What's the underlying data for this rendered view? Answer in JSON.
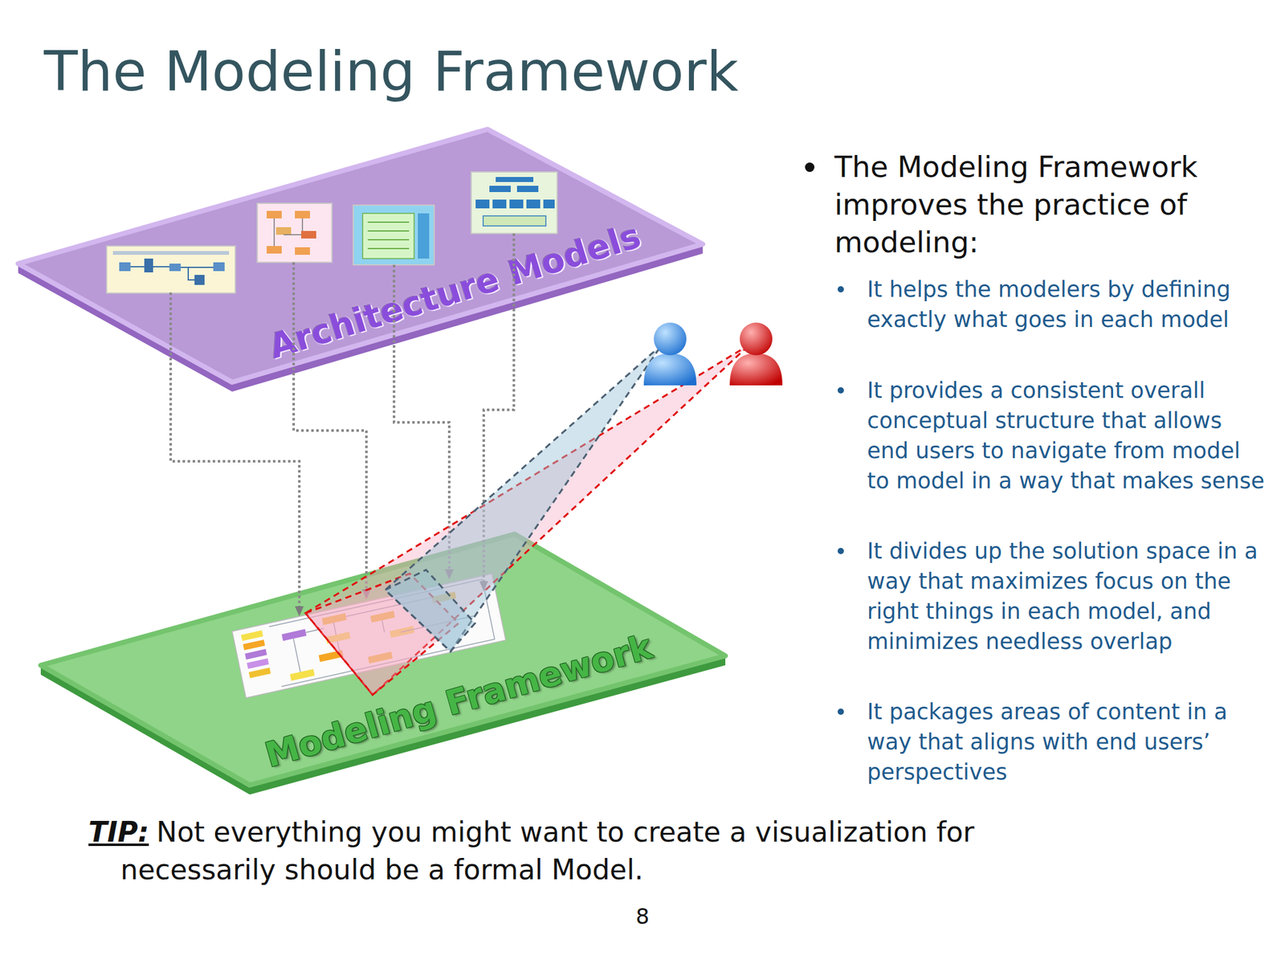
{
  "diagram": {
    "title": "The Modeling Framework",
    "nodes": [
      {
        "text": [
          "Architecture Models"
        ]
      },
      {
        "text": [
          "Modeling Framework"
        ]
      }
    ],
    "labels": [
      "The Modeling Framework improves the practice of modeling:",
      "It helps the modelers by defining exactly what goes in each model",
      "It provides a consistent overall conceptual structure that allows end users to navigate from model to model in a way that makes sense",
      "It divides up the solution space in a way that maximizes focus on the right things in each model, and minimizes needless overlap",
      "It packages areas of content in a way that aligns with end users’ perspectives",
      "TIP:",
      "Not everything you might want to create a visualization for necessarily should be a formal Model.",
      "8"
    ]
  }
}
